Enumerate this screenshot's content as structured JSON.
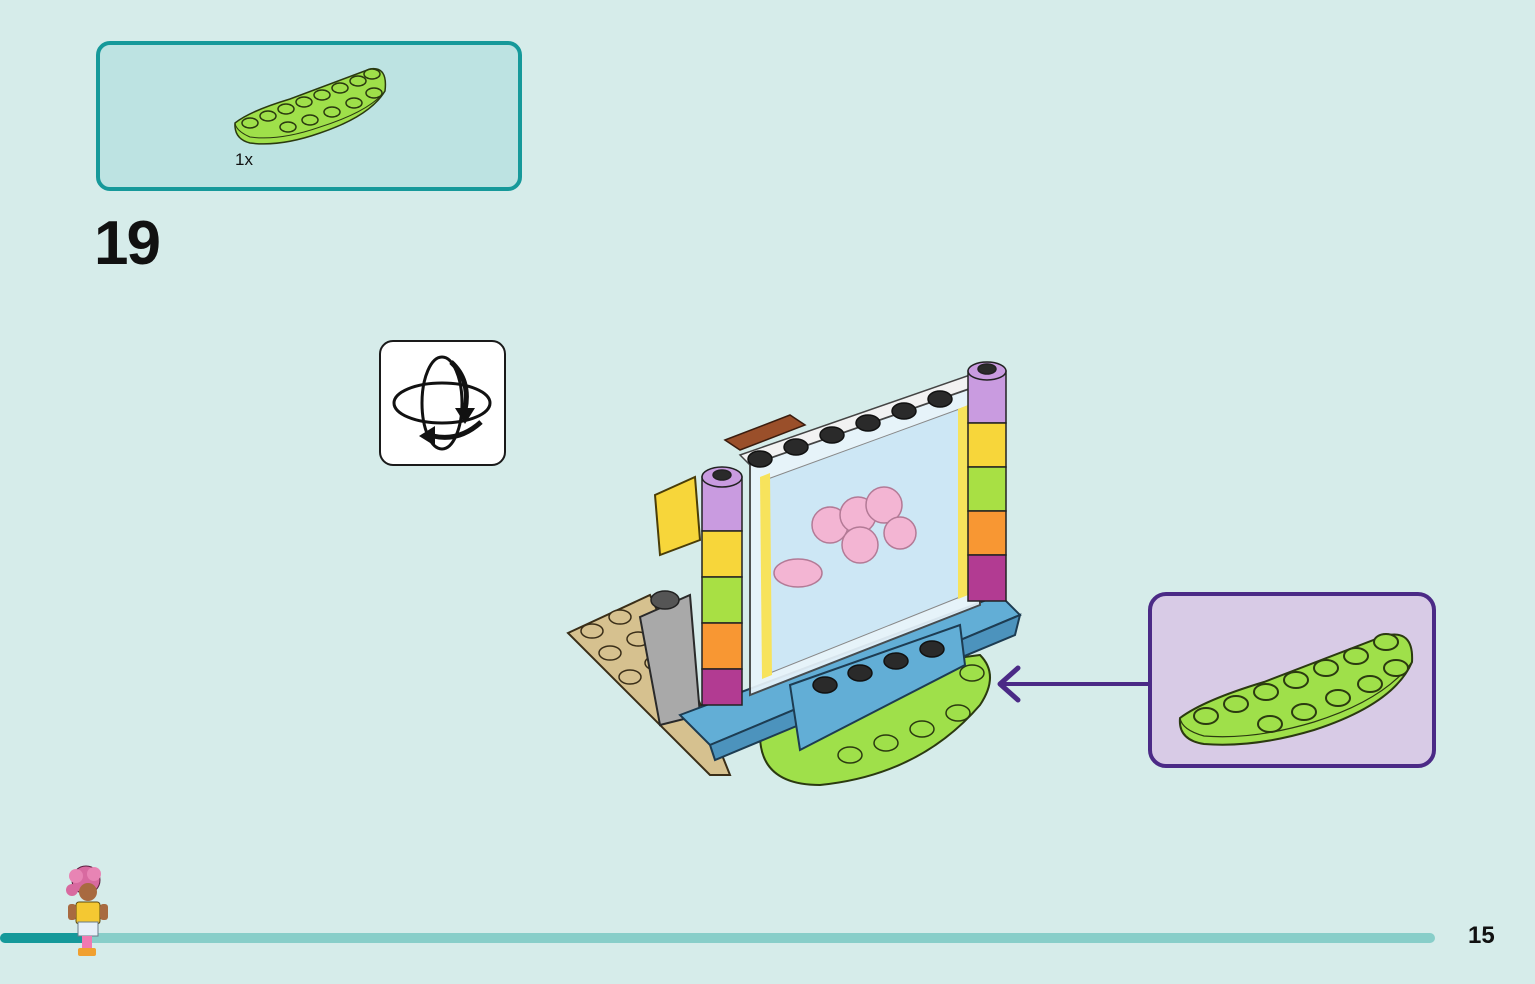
{
  "parts_list": {
    "quantity": "1x",
    "part_icon": "lime-curved-plate-icon",
    "part_color": "#9fe04a"
  },
  "step": {
    "number": "19",
    "rotate_icon": "rotate-model-icon"
  },
  "callout": {
    "part_icon": "lime-curved-plate-icon",
    "arrow_icon": "arrow-left-icon",
    "border_color": "#4b2a86"
  },
  "footer": {
    "page_number": "15",
    "progress_fraction": 0.06,
    "progress_color": "#15999a",
    "track_color": "#88cec9",
    "figure_icon": "minifigure-icon"
  },
  "colors": {
    "background": "#d6ecea",
    "parts_box_border": "#16999a",
    "parts_box_fill": "#bde3e2"
  }
}
